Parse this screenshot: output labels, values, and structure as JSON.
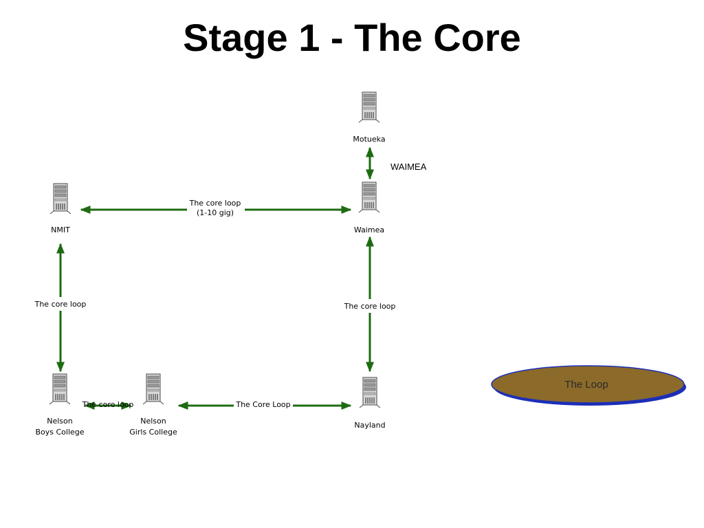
{
  "title": "Stage 1 - The Core",
  "nodes": {
    "motueka": {
      "label": "Motueka"
    },
    "waimea": {
      "label": "Waimea"
    },
    "nmit": {
      "label": "NMIT"
    },
    "nayland": {
      "label": "Nayland"
    },
    "nbc": {
      "line1": "Nelson",
      "line2": "Boys College"
    },
    "ngc": {
      "line1": "Nelson",
      "line2": "Girls College"
    }
  },
  "links": {
    "top_line1": "The core loop",
    "top_line2": "(1-10 gig)",
    "left": "The core loop",
    "right": "The core loop",
    "bottom": "The Core Loop",
    "short": "The core loop",
    "waimea_tag": "WAIMEA"
  },
  "legend": {
    "label": "The Loop",
    "fill_color": "#8b6a2a",
    "edge_color": "#1c2fb8"
  },
  "colors": {
    "arrow": "#1e6b12",
    "server_body": "#dcdcdc",
    "server_dark": "#505050"
  }
}
